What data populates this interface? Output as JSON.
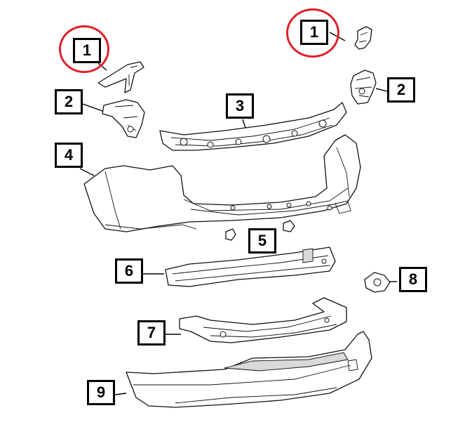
{
  "diagram": {
    "callouts": [
      {
        "id": "c1a",
        "label": "1",
        "highlighted": true
      },
      {
        "id": "c1b",
        "label": "1",
        "highlighted": true
      },
      {
        "id": "c2a",
        "label": "2",
        "highlighted": false
      },
      {
        "id": "c2b",
        "label": "2",
        "highlighted": false
      },
      {
        "id": "c3",
        "label": "3",
        "highlighted": false
      },
      {
        "id": "c4",
        "label": "4",
        "highlighted": false
      },
      {
        "id": "c5",
        "label": "5",
        "highlighted": false
      },
      {
        "id": "c6",
        "label": "6",
        "highlighted": false
      },
      {
        "id": "c7",
        "label": "7",
        "highlighted": false
      },
      {
        "id": "c8",
        "label": "8",
        "highlighted": false
      },
      {
        "id": "c9",
        "label": "9",
        "highlighted": false
      }
    ],
    "highlight_color": "#e0202a",
    "line_color": "#111111"
  }
}
